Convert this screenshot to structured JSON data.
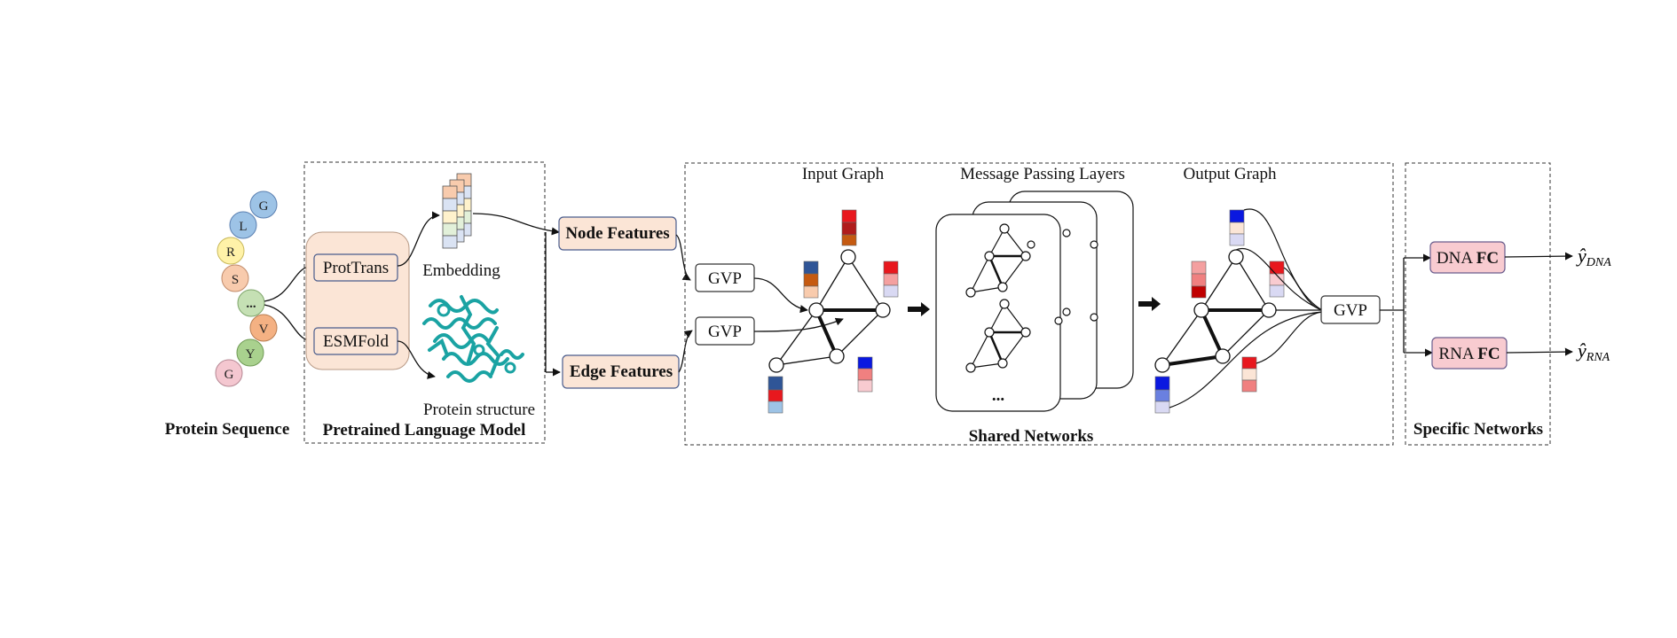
{
  "protein_sequence": {
    "label": "Protein Sequence",
    "residues": [
      {
        "letter": "G",
        "color": "#9dc3e6"
      },
      {
        "letter": "L",
        "color": "#9dc3e6"
      },
      {
        "letter": "R",
        "color": "#fff2a8"
      },
      {
        "letter": "S",
        "color": "#f8cbad"
      },
      {
        "letter": "...",
        "color": "#c5e0b4"
      },
      {
        "letter": "V",
        "color": "#f4b183"
      },
      {
        "letter": "Y",
        "color": "#a9d18e"
      },
      {
        "letter": "G",
        "color": "#f4c7d0"
      }
    ]
  },
  "plm": {
    "label": "Pretrained Language Model",
    "prottrans": "ProtTrans",
    "esmfold": "ESMFold",
    "embedding": "Embedding",
    "structure": "Protein structure"
  },
  "features": {
    "node": "Node Features",
    "edge": "Edge Features"
  },
  "shared": {
    "label": "Shared Networks",
    "input_graph": "Input Graph",
    "message_passing": "Message Passing Layers",
    "output_graph": "Output Graph",
    "gvp": "GVP",
    "ellipsis": "..."
  },
  "specific": {
    "label": "Specific Networks",
    "dna_prefix": "DNA",
    "rna_prefix": "RNA",
    "fc": "FC",
    "y_dna_sub": "DNA",
    "y_rna_sub": "RNA",
    "y_symbol": "ŷ"
  },
  "colors": {
    "peach": "#fbe5d6",
    "pink_box": "#f8cbd0",
    "teal": "#1aa3a3",
    "blue": "#1f4e9c",
    "red": "#e8181e"
  }
}
